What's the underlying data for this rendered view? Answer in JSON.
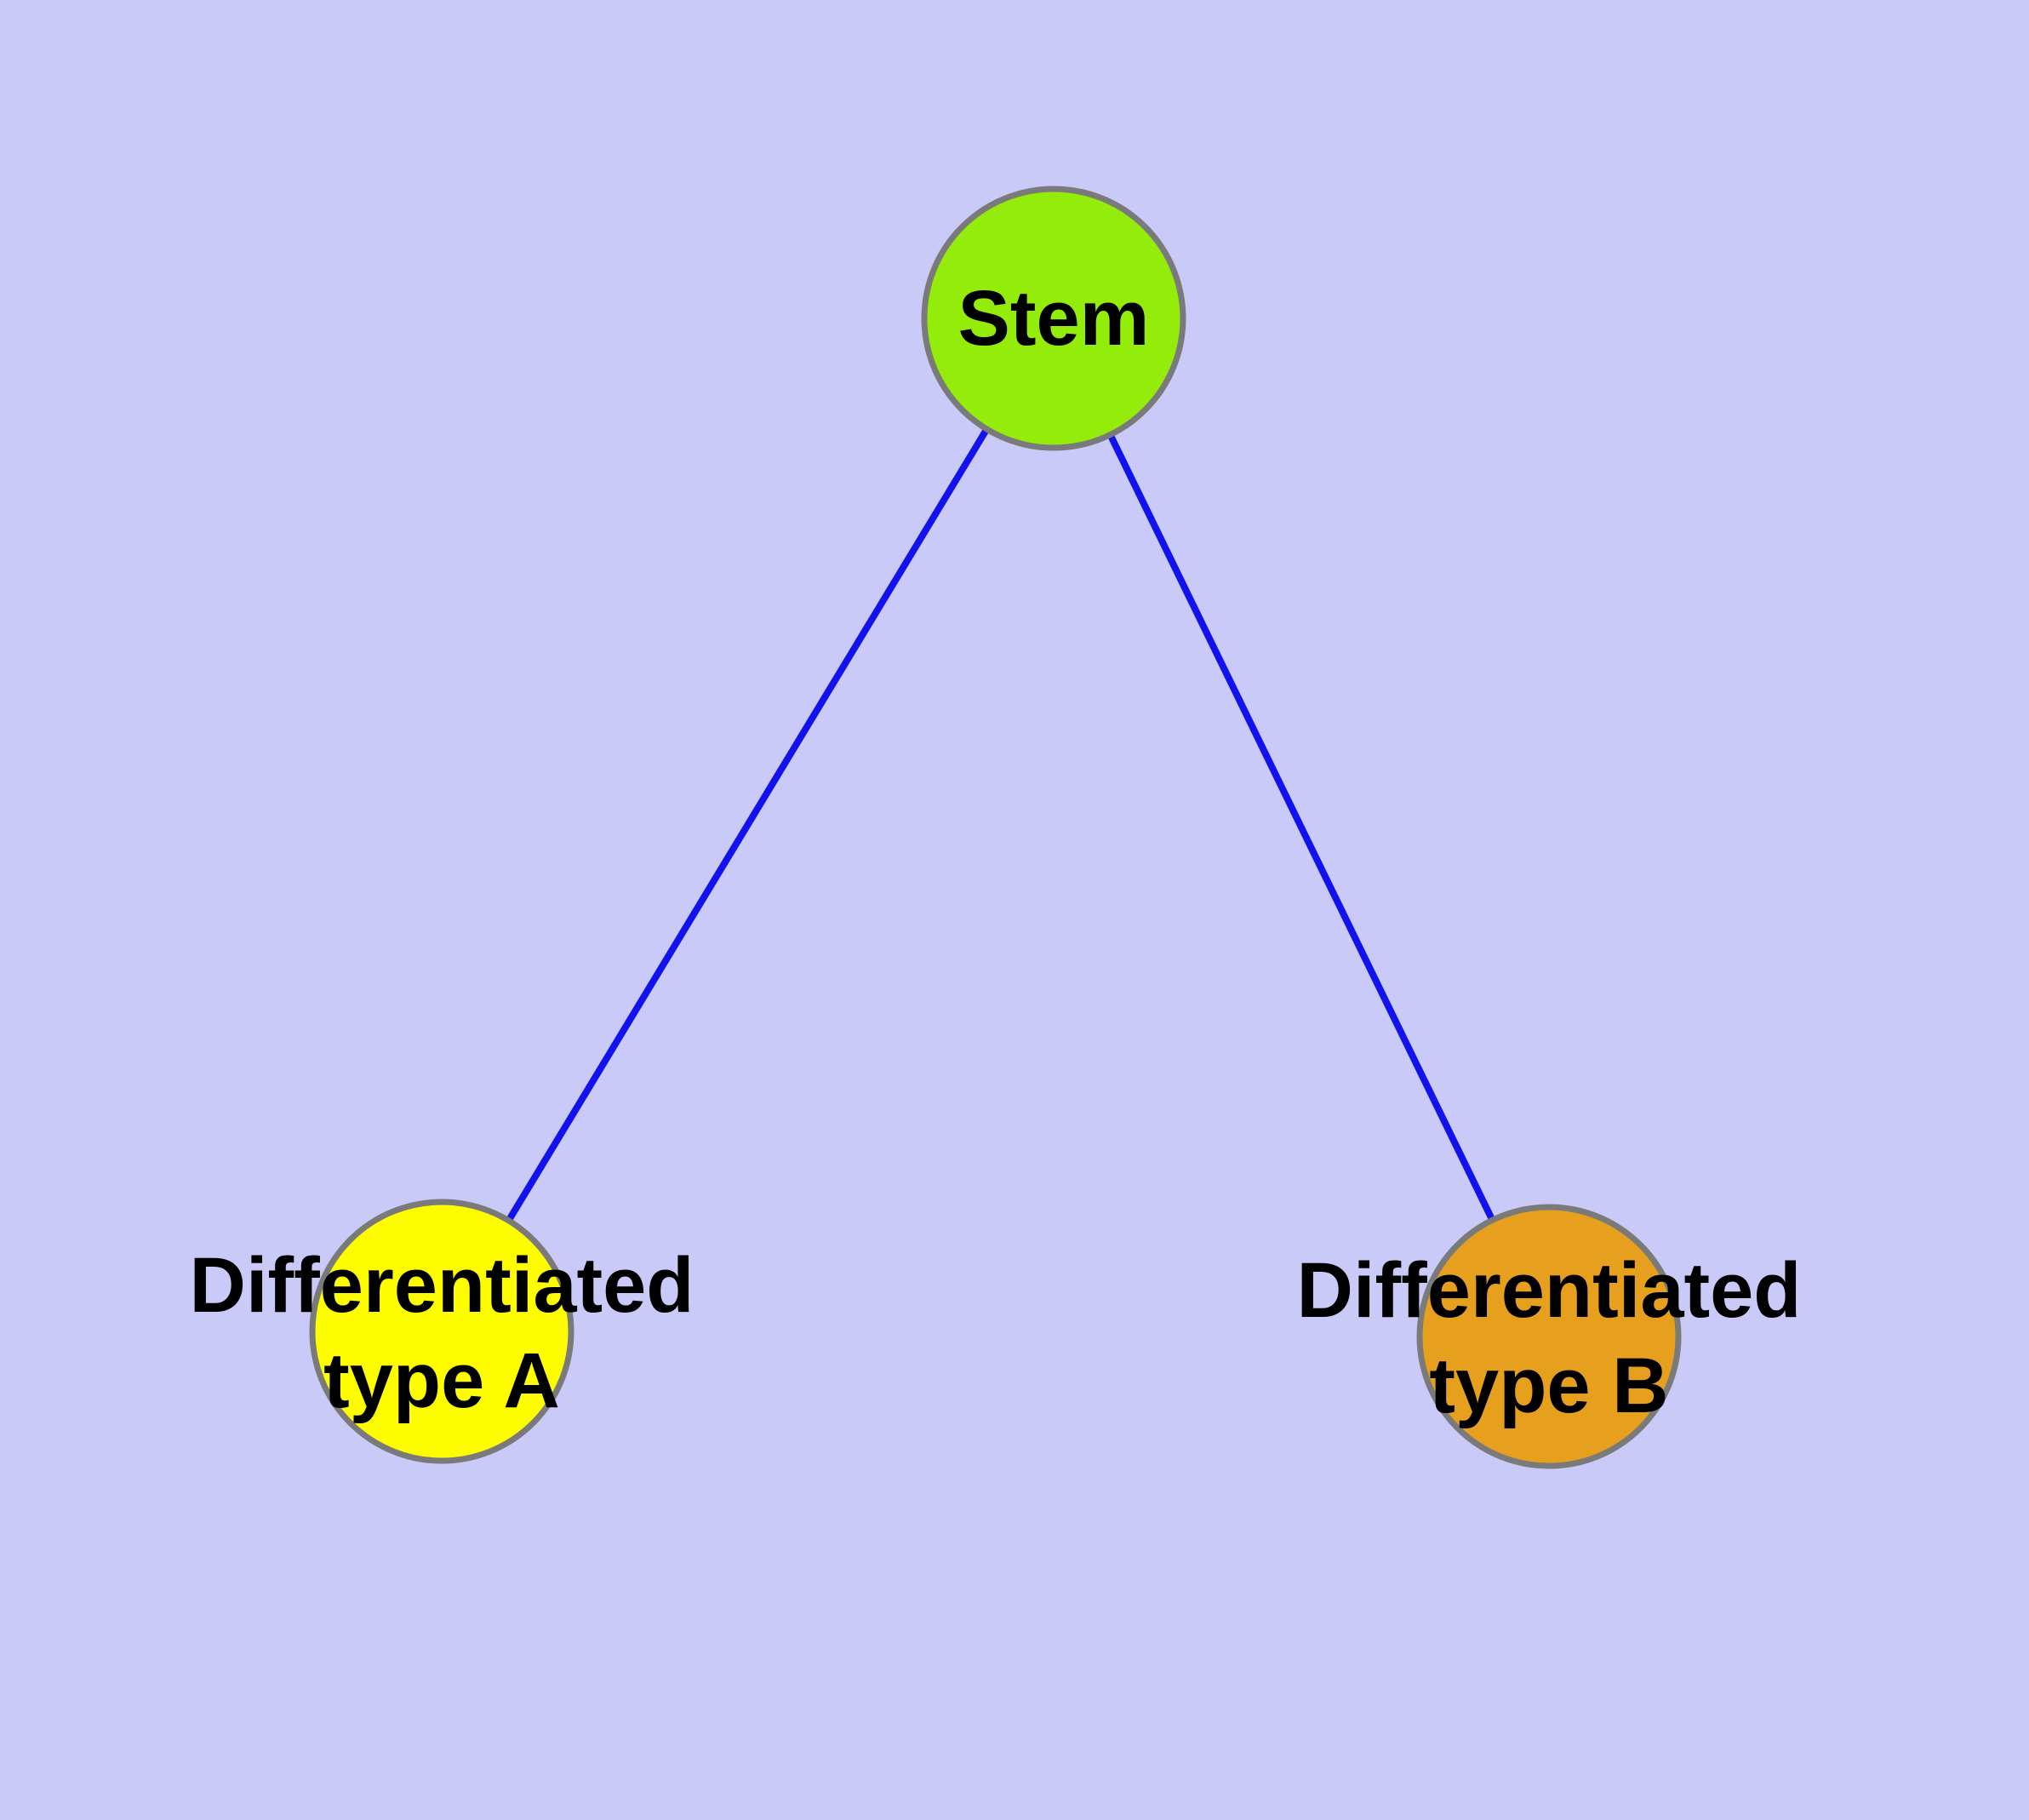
{
  "figure": {
    "background_color": "#CACAF8",
    "edge_color": "#1212EE",
    "node_border_color": "#7A7A7A",
    "text_color": "#000000"
  },
  "nodes": [
    {
      "id": "stem",
      "label_lines": [
        "Stem"
      ],
      "fill": "#94EC0A"
    },
    {
      "id": "type-a",
      "label_lines": [
        "Differentiated",
        "type A"
      ],
      "fill": "#FDFD00"
    },
    {
      "id": "type-b",
      "label_lines": [
        "Differentiated",
        "type B"
      ],
      "fill": "#E6A01E"
    }
  ],
  "edges": [
    {
      "from": "Stem",
      "to": "Differentiated type A"
    },
    {
      "from": "Stem",
      "to": "Differentiated type B"
    }
  ]
}
